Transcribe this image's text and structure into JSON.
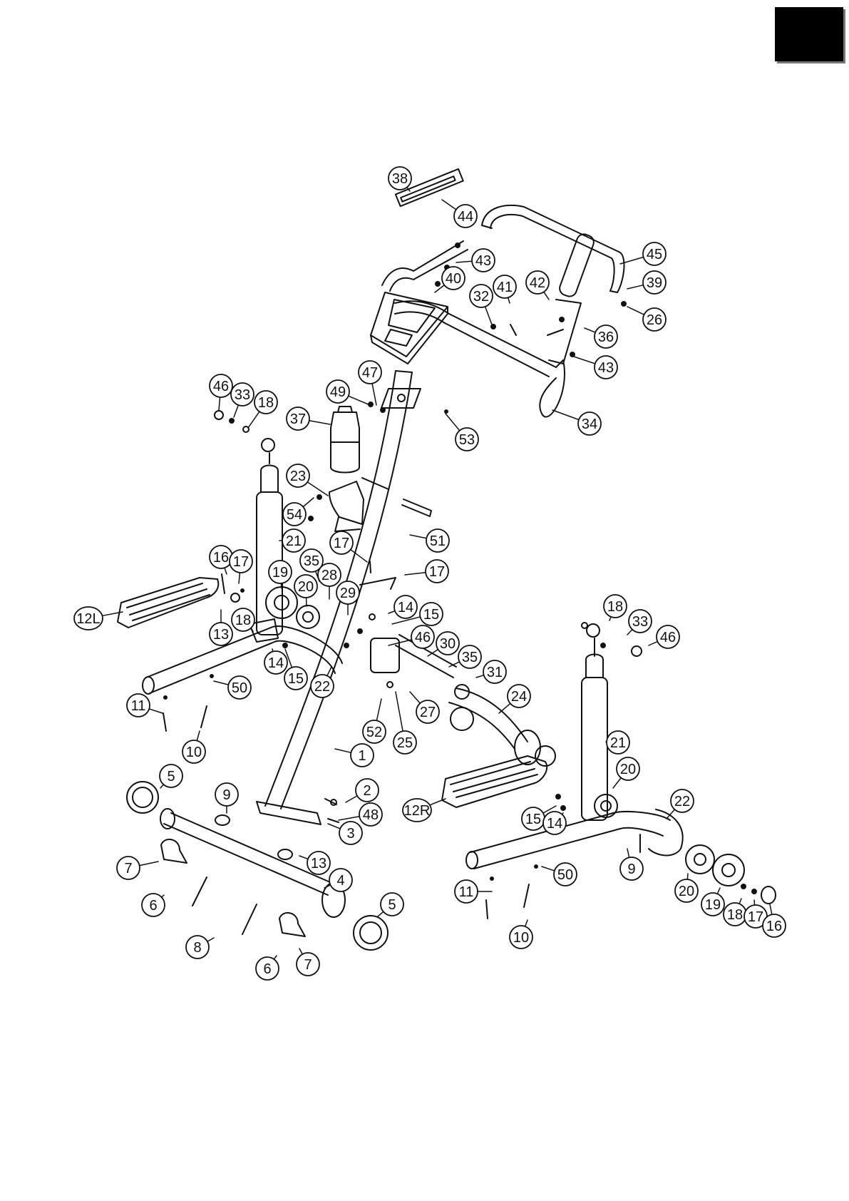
{
  "diagram": {
    "title": "",
    "colors": {
      "ink": "#111111",
      "tab": "#000000",
      "paper": "#ffffff"
    },
    "parts": [
      {
        "label": "38"
      },
      {
        "label": "44"
      },
      {
        "label": "45"
      },
      {
        "label": "43"
      },
      {
        "label": "40"
      },
      {
        "label": "41"
      },
      {
        "label": "42"
      },
      {
        "label": "32"
      },
      {
        "label": "39"
      },
      {
        "label": "26"
      },
      {
        "label": "36"
      },
      {
        "label": "43"
      },
      {
        "label": "34"
      },
      {
        "label": "46"
      },
      {
        "label": "33"
      },
      {
        "label": "18"
      },
      {
        "label": "47"
      },
      {
        "label": "49"
      },
      {
        "label": "37"
      },
      {
        "label": "53"
      },
      {
        "label": "23"
      },
      {
        "label": "54"
      },
      {
        "label": "21"
      },
      {
        "label": "51"
      },
      {
        "label": "16"
      },
      {
        "label": "17"
      },
      {
        "label": "17"
      },
      {
        "label": "35"
      },
      {
        "label": "17"
      },
      {
        "label": "28"
      },
      {
        "label": "19"
      },
      {
        "label": "29"
      },
      {
        "label": "20"
      },
      {
        "label": "12L"
      },
      {
        "label": "14"
      },
      {
        "label": "15"
      },
      {
        "label": "18"
      },
      {
        "label": "13"
      },
      {
        "label": "46"
      },
      {
        "label": "30"
      },
      {
        "label": "18"
      },
      {
        "label": "33"
      },
      {
        "label": "46"
      },
      {
        "label": "35"
      },
      {
        "label": "14"
      },
      {
        "label": "15"
      },
      {
        "label": "22"
      },
      {
        "label": "31"
      },
      {
        "label": "50"
      },
      {
        "label": "27"
      },
      {
        "label": "24"
      },
      {
        "label": "11"
      },
      {
        "label": "52"
      },
      {
        "label": "21"
      },
      {
        "label": "25"
      },
      {
        "label": "10"
      },
      {
        "label": "1"
      },
      {
        "label": "20"
      },
      {
        "label": "5"
      },
      {
        "label": "9"
      },
      {
        "label": "2"
      },
      {
        "label": "22"
      },
      {
        "label": "12R"
      },
      {
        "label": "48"
      },
      {
        "label": "15"
      },
      {
        "label": "14"
      },
      {
        "label": "3"
      },
      {
        "label": "9"
      },
      {
        "label": "13"
      },
      {
        "label": "7"
      },
      {
        "label": "4"
      },
      {
        "label": "50"
      },
      {
        "label": "20"
      },
      {
        "label": "6"
      },
      {
        "label": "5"
      },
      {
        "label": "11"
      },
      {
        "label": "19"
      },
      {
        "label": "18"
      },
      {
        "label": "17"
      },
      {
        "label": "16"
      },
      {
        "label": "10"
      },
      {
        "label": "8"
      },
      {
        "label": "6"
      },
      {
        "label": "7"
      }
    ]
  }
}
